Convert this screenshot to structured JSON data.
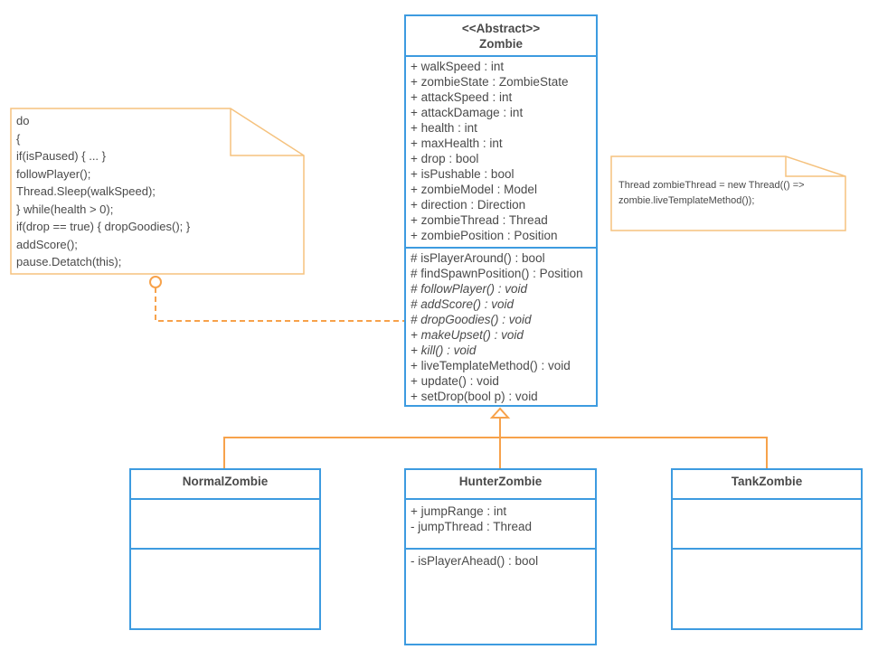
{
  "colors": {
    "class_border": "#3d9be0",
    "connector": "#f7a24b",
    "note_border": "#f5c27e",
    "text": "#4a4a4a"
  },
  "zombie": {
    "stereotype": "<<Abstract>>",
    "name": "Zombie",
    "attributes": [
      "+ walkSpeed : int",
      "+ zombieState : ZombieState",
      "+ attackSpeed : int",
      "+ attackDamage : int",
      "+ health : int",
      "+ maxHealth : int",
      "+ drop : bool",
      "+ isPushable : bool",
      "+ zombieModel : Model",
      "+ direction : Direction",
      "+ zombieThread : Thread",
      "+ zombiePosition : Position"
    ],
    "methods": [
      {
        "text": "# isPlayerAround() : bool",
        "italic": false
      },
      {
        "text": "# findSpawnPosition() : Position",
        "italic": false
      },
      {
        "text": "# followPlayer() : void",
        "italic": true
      },
      {
        "text": "# addScore() : void",
        "italic": true
      },
      {
        "text": "# dropGoodies() : void",
        "italic": true
      },
      {
        "text": "+ makeUpset() : void",
        "italic": true
      },
      {
        "text": "+ kill() : void",
        "italic": true
      },
      {
        "text": "+ liveTemplateMethod() : void",
        "italic": false
      },
      {
        "text": "+ update() : void",
        "italic": false
      },
      {
        "text": "+ setDrop(bool p) : void",
        "italic": false
      }
    ]
  },
  "normal_zombie": {
    "name": "NormalZombie",
    "attributes": [],
    "methods": []
  },
  "hunter_zombie": {
    "name": "HunterZombie",
    "attributes": [
      "+ jumpRange : int",
      "- jumpThread : Thread"
    ],
    "methods": [
      "- isPlayerAhead() : bool"
    ]
  },
  "tank_zombie": {
    "name": "TankZombie",
    "attributes": [],
    "methods": []
  },
  "note_template": {
    "lines": [
      "do",
      "{",
      "if(isPaused) { ... }",
      "followPlayer();",
      "Thread.Sleep(walkSpeed);",
      "} while(health > 0);",
      "if(drop == true) { dropGoodies(); }",
      "addScore();",
      "pause.Detatch(this);"
    ]
  },
  "note_thread": {
    "lines": [
      "Thread zombieThread = new Thread(() =>",
      "zombie.liveTemplateMethod());"
    ]
  }
}
